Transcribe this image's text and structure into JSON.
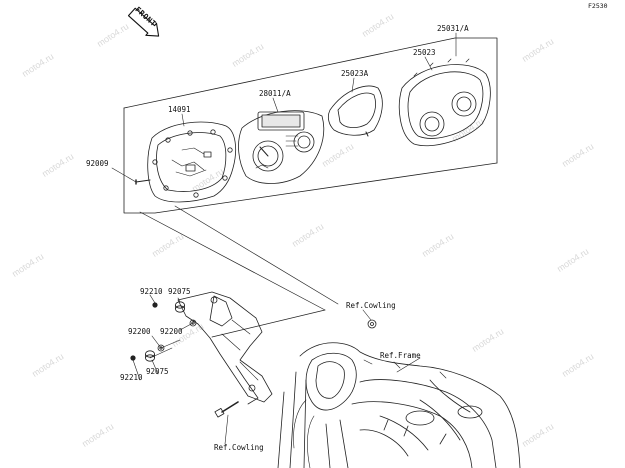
{
  "diagram": {
    "figure_code": "F2530",
    "front_label": "FRONT",
    "watermark": "moto4.ru",
    "parts": {
      "p25031": "25031/A",
      "p25023": "25023",
      "p25023a": "25023A",
      "p28011": "28011/A",
      "p14091": "14091",
      "p92009": "92009",
      "p92075a": "92075",
      "p92210a": "92210",
      "p92200a": "92200",
      "p92200b": "92200",
      "p92210b": "92210",
      "p92075b": "92075"
    },
    "refs": {
      "cowling_right": "Ref.Cowling",
      "frame": "Ref.Frame",
      "cowling_bottom": "Ref.Cowling"
    }
  }
}
